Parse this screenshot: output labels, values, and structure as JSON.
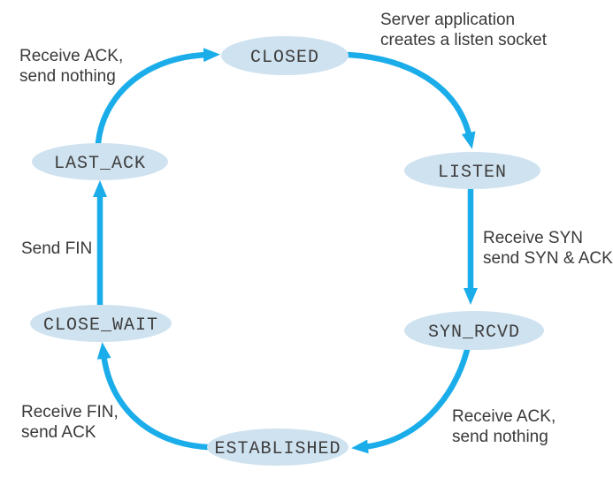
{
  "diagram": {
    "states": [
      {
        "id": "closed",
        "label": "CLOSED"
      },
      {
        "id": "listen",
        "label": "LISTEN"
      },
      {
        "id": "syn_rcvd",
        "label": "SYN_RCVD"
      },
      {
        "id": "established",
        "label": "ESTABLISHED"
      },
      {
        "id": "close_wait",
        "label": "CLOSE_WAIT"
      },
      {
        "id": "last_ack",
        "label": "LAST_ACK"
      }
    ],
    "transitions": [
      {
        "from": "CLOSED",
        "to": "LISTEN",
        "label_lines": [
          "Server application",
          "creates a listen socket"
        ]
      },
      {
        "from": "LISTEN",
        "to": "SYN_RCVD",
        "label_lines": [
          "Receive SYN",
          "send SYN & ACK"
        ]
      },
      {
        "from": "SYN_RCVD",
        "to": "ESTABLISHED",
        "label_lines": [
          "Receive ACK,",
          "send nothing"
        ]
      },
      {
        "from": "ESTABLISHED",
        "to": "CLOSE_WAIT",
        "label_lines": [
          "Receive FIN,",
          "send ACK"
        ]
      },
      {
        "from": "CLOSE_WAIT",
        "to": "LAST_ACK",
        "label_lines": [
          "Send FIN"
        ]
      },
      {
        "from": "LAST_ACK",
        "to": "CLOSED",
        "label_lines": [
          "Receive ACK,",
          "send nothing"
        ]
      }
    ],
    "colors": {
      "arrow": "#1badea",
      "state_fill": "#cfe2f0",
      "state_text": "#3d3d3d",
      "label_text": "#393939",
      "background": "#ffffff"
    }
  }
}
